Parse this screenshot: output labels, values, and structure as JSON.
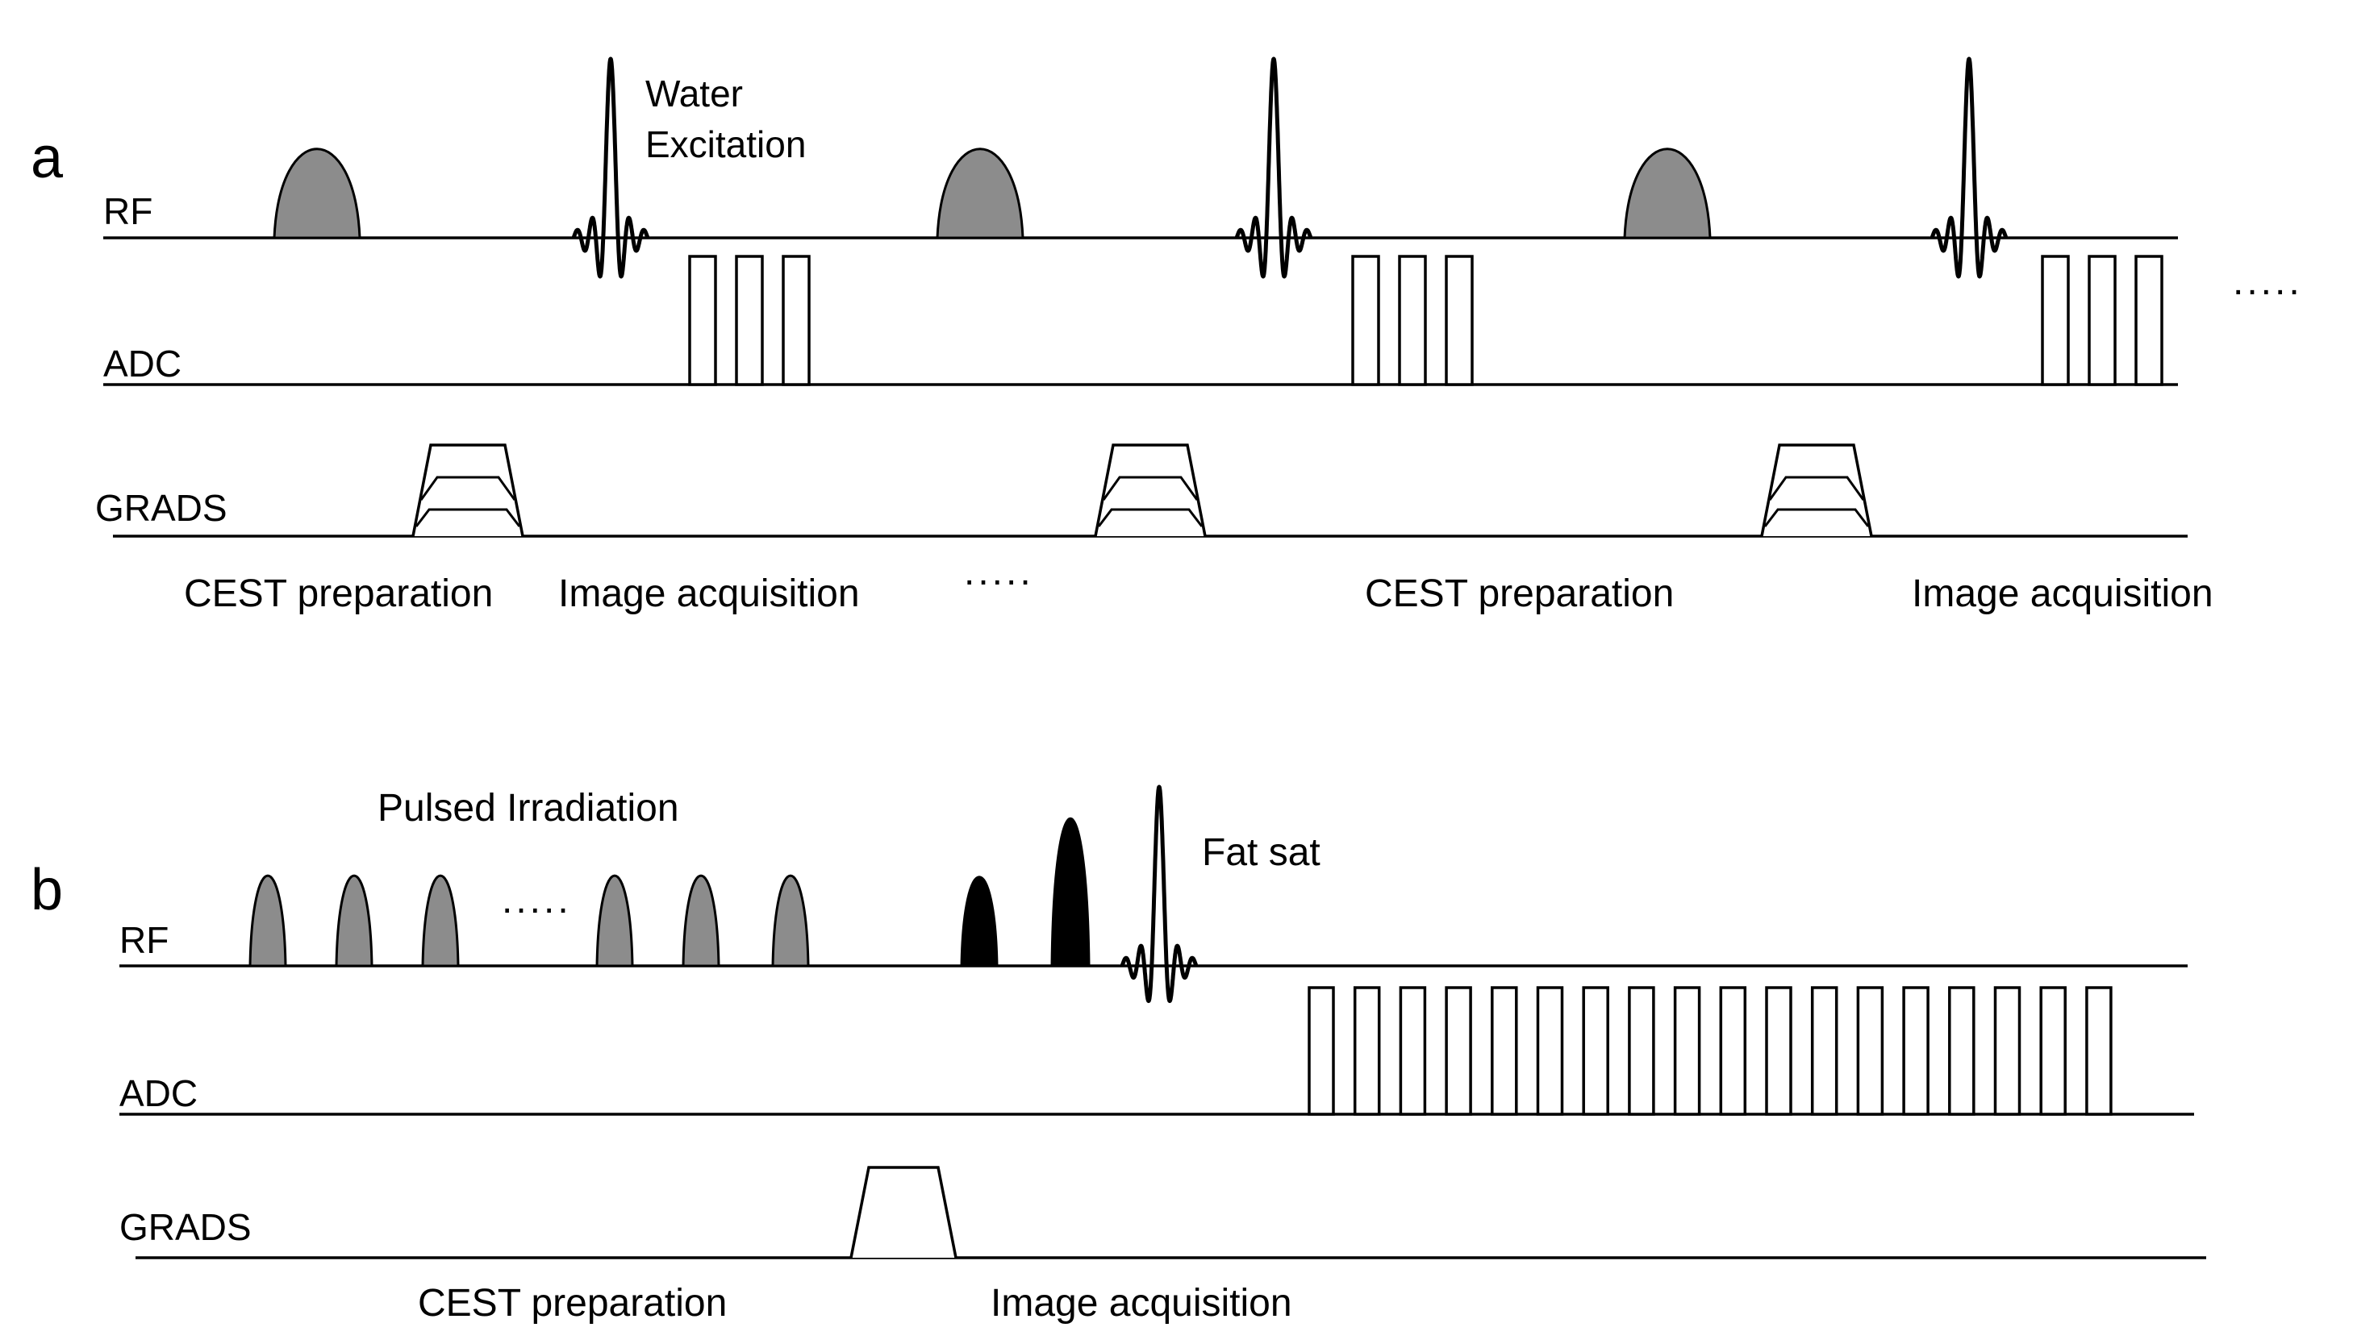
{
  "panel_a": {
    "label": "a",
    "rows": {
      "rf": "RF",
      "adc": "ADC",
      "grads": "GRADS"
    },
    "annotation_water": [
      "Water",
      "Excitation"
    ],
    "captions": [
      "CEST preparation",
      "Image acquisition",
      "CEST preparation",
      "Image acquisition"
    ],
    "ellipsis_mid": ".....",
    "ellipsis_end": ".....",
    "blocks": 3,
    "adc_per_block": 3
  },
  "panel_b": {
    "label": "b",
    "rows": {
      "rf": "RF",
      "adc": "ADC",
      "grads": "GRADS"
    },
    "annotation_pulsed": "Pulsed Irradiation",
    "annotation_fatsat": "Fat sat",
    "ellipsis": ".....",
    "captions": [
      "CEST preparation",
      "Image acquisition"
    ],
    "pulses_before_dots": 3,
    "pulses_after_dots": 3,
    "black_pulses": 2,
    "adc_count": 18
  },
  "colors": {
    "saturation_pulse": "#8c8c8c",
    "fat_pulse": "#000000",
    "line": "#000000"
  }
}
